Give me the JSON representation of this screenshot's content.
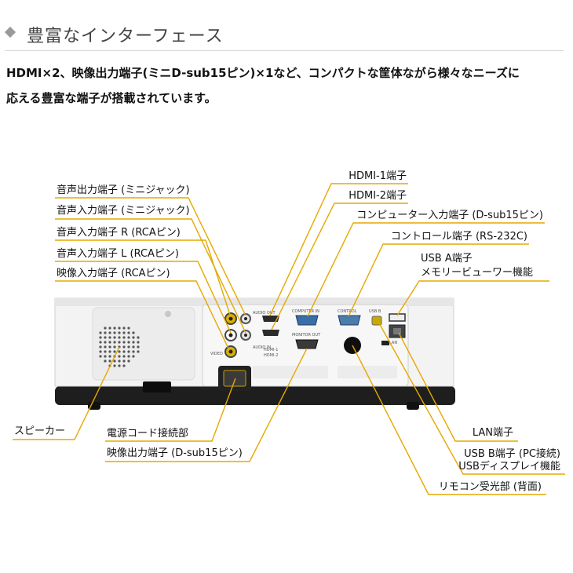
{
  "header": {
    "title": "豊富なインターフェース"
  },
  "intro": {
    "line1": "HDMI×2、映像出力端子(ミニD-sub15ピン)×1など、コンパクトな筐体ながら様々なニーズに",
    "line2": "応える豊富な端子が搭載されています。"
  },
  "labels_left": {
    "audio_out": "音声出力端子 (ミニジャック)",
    "audio_in_mini": "音声入力端子 (ミニジャック)",
    "audio_in_r": "音声入力端子 R (RCAピン)",
    "audio_in_l": "音声入力端子 L (RCAピン)",
    "video_in": "映像入力端子 (RCAピン)",
    "speaker": "スピーカー",
    "power": "電源コード接続部",
    "monitor_out": "映像出力端子 (D-sub15ピン)"
  },
  "labels_right": {
    "hdmi1": "HDMI-1端子",
    "hdmi2": "HDMI-2端子",
    "computer_in": "コンピューター入力端子 (D-sub15ピン)",
    "control": "コントロール端子 (RS-232C)",
    "usb_a_1": "USB A端子",
    "usb_a_2": "メモリービューワー機能",
    "lan": "LAN端子",
    "usb_b_1": "USB B端子 (PC接続)",
    "usb_b_2": "USBディスプレイ機能",
    "remote": "リモコン受光部 (背面)"
  },
  "panel_text": {
    "audio_out": "AUDIO OUT",
    "audio_in": "AUDIO IN",
    "video": "VIDEO",
    "computer_in": "COMPUTER IN",
    "control": "CONTROL",
    "usb_b": "USB B",
    "monitor_out": "MONITOR OUT",
    "hdmi1": "HDMI-1",
    "hdmi2": "HDMI-2",
    "lan": "LAN"
  },
  "colors": {
    "leader_line": "#e6a800",
    "port_gold": "#d8b200",
    "port_blue": "#3a6ea8",
    "body_white": "#f2f2f2",
    "body_black": "#1e1e1e"
  }
}
